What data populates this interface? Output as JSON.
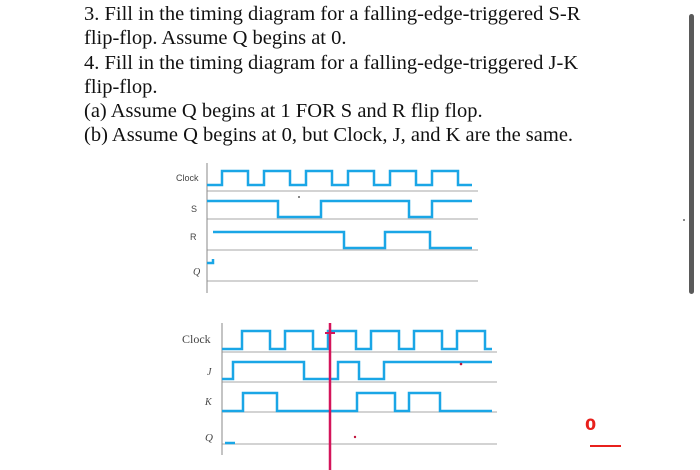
{
  "problem": {
    "lines": [
      "3. Fill in the timing diagram for a falling-edge-triggered S-R",
      "flip-flop. Assume Q begins at 0.",
      "4. Fill in the timing diagram for a falling-edge-triggered J-K",
      "flip-flop.",
      "(a) Assume Q begins at 1 FOR S and R flip flop.",
      "(b) Assume Q begins at 0, but Clock, J, and K are the same."
    ]
  },
  "colors": {
    "signal": "#1aa6e6",
    "grid": "#8a8a8a",
    "label": "#444444",
    "ink": "#111111",
    "marker": "#d4145a",
    "annotation": "#e8201c"
  },
  "diagram_sr": {
    "labels": {
      "clock": "Clock",
      "s": "S",
      "r": "R",
      "q": "Q"
    }
  },
  "diagram_jk": {
    "labels": {
      "clock": "Clock",
      "j": "J",
      "k": "K",
      "q": "Q"
    }
  },
  "annotation": {
    "mark": "0"
  }
}
